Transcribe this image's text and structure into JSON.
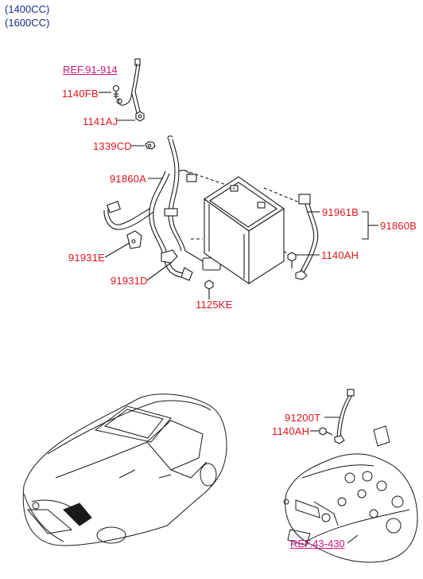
{
  "header": {
    "line1": "(1400CC)",
    "line2": "(1600CC)"
  },
  "labels": {
    "ref_top": "REF.91-914",
    "p1140fb": "1140FB",
    "p1141aj": "1141AJ",
    "p1339cd": "1339CD",
    "p91860a": "91860A",
    "p91961b": "91961B",
    "p91860b": "91860B",
    "p91931e": "91931E",
    "p1140ah": "1140AH",
    "p91931d": "91931D",
    "p1125ke": "1125KE",
    "p91200t": "91200T",
    "p1140ah_b": "1140AH",
    "ref_bottom": "REF.43-430"
  },
  "colors": {
    "part_label": "#e0141e",
    "ref_label": "#d0167a",
    "header": "#1a2a8a",
    "line": "#1a1a1a"
  }
}
